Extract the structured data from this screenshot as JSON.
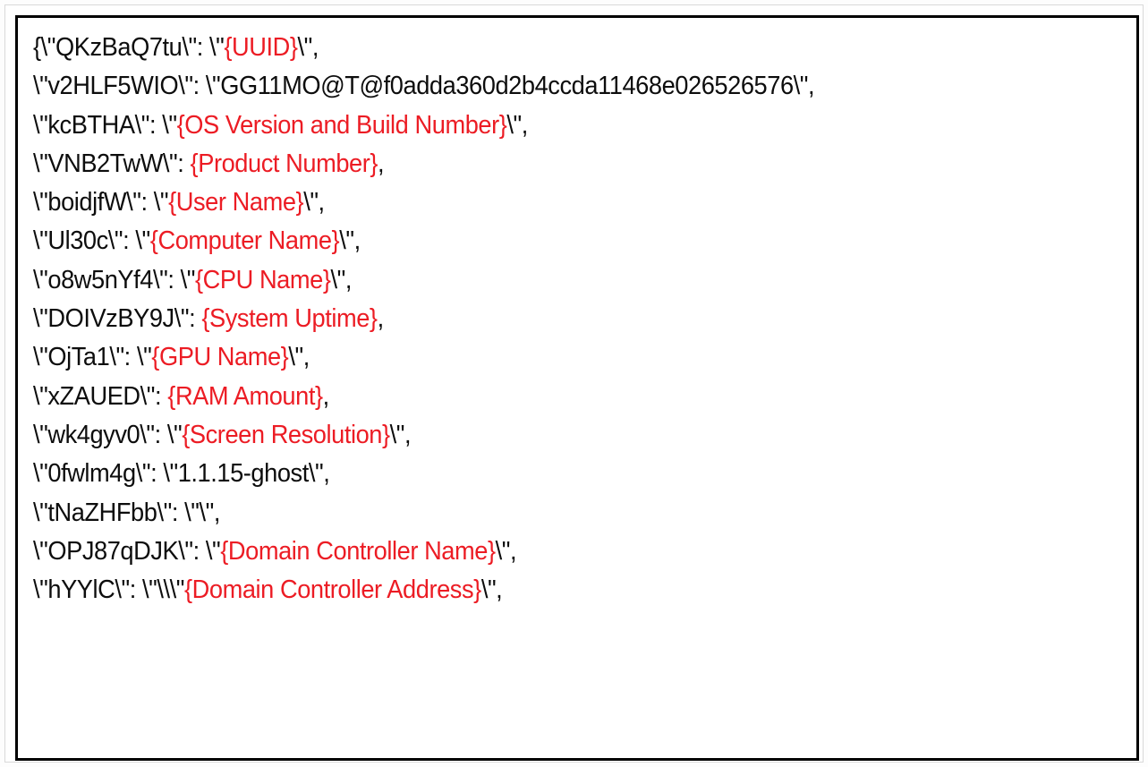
{
  "document": {
    "kind": "code-snippet-image",
    "language": "json-escaped-string",
    "border_color": "#000000",
    "background_color": "#ffffff",
    "text_color": "#0d0d0d",
    "placeholder_color": "#ec1c24",
    "line_count": 17
  },
  "code": {
    "lines": [
      {
        "index": 1,
        "key": "QKzBaQ7tu",
        "placeholder": "{UUID}",
        "tokens": [
          {
            "t": "{\\\"QKzBaQ7tu\\\": \\\"",
            "c": "k"
          },
          {
            "t": "{UUID}",
            "c": "r"
          },
          {
            "t": "\\\",",
            "c": "k"
          }
        ]
      },
      {
        "index": 2,
        "key": "v2HLF5WIO",
        "value": "GG11MO@T@f0adda360d2b4ccda11468e026526576",
        "tokens": [
          {
            "t": "\\\"v2HLF5WIO\\\": \\\"GG11MO@T@f0adda360d2b4ccda11468e026526576\\\",",
            "c": "k"
          }
        ]
      },
      {
        "index": 3,
        "key": "kcBTHA",
        "placeholder": "{OS Version and Build Number}",
        "tokens": [
          {
            "t": "\\\"kcBTHA\\\": \\\"",
            "c": "k"
          },
          {
            "t": "{OS Version and Build Number}",
            "c": "r"
          },
          {
            "t": "\\\",",
            "c": "k"
          }
        ]
      },
      {
        "index": 4,
        "key": "VNB2TwW",
        "placeholder": "{Product Number}",
        "tokens": [
          {
            "t": "\\\"VNB2TwW\\\": ",
            "c": "k"
          },
          {
            "t": "{Product Number}",
            "c": "r"
          },
          {
            "t": ",",
            "c": "k"
          }
        ]
      },
      {
        "index": 5,
        "key": "boidjfW",
        "placeholder": "{User Name}",
        "tokens": [
          {
            "t": "\\\"boidjfW\\\": \\\"",
            "c": "k"
          },
          {
            "t": "{User Name}",
            "c": "r"
          },
          {
            "t": "\\\",",
            "c": "k"
          }
        ]
      },
      {
        "index": 6,
        "key": "Ul30c",
        "placeholder": "{Computer Name}",
        "tokens": [
          {
            "t": "\\\"Ul30c\\\": \\\"",
            "c": "k"
          },
          {
            "t": "{Computer Name}",
            "c": "r"
          },
          {
            "t": "\\\",",
            "c": "k"
          }
        ]
      },
      {
        "index": 7,
        "key": "o8w5nYf4",
        "placeholder": "{CPU Name}",
        "tokens": [
          {
            "t": "\\\"o8w5nYf4\\\": \\\"",
            "c": "k"
          },
          {
            "t": "{CPU Name}",
            "c": "r"
          },
          {
            "t": "\\\",",
            "c": "k"
          }
        ]
      },
      {
        "index": 8,
        "key": "DOIVzBY9J",
        "placeholder": "{System Uptime}",
        "tokens": [
          {
            "t": "\\\"DOIVzBY9J\\\": ",
            "c": "k"
          },
          {
            "t": "{System Uptime}",
            "c": "r"
          },
          {
            "t": ",",
            "c": "k"
          }
        ]
      },
      {
        "index": 9,
        "key": "OjTa1",
        "placeholder": "{GPU Name}",
        "tokens": [
          {
            "t": "\\\"OjTa1\\\": \\\"",
            "c": "k"
          },
          {
            "t": "{GPU Name}",
            "c": "r"
          },
          {
            "t": "\\\",",
            "c": "k"
          }
        ]
      },
      {
        "index": 10,
        "key": "xZAUED",
        "placeholder": "{RAM Amount}",
        "tokens": [
          {
            "t": "\\\"xZAUED\\\": ",
            "c": "k"
          },
          {
            "t": "{RAM Amount}",
            "c": "r"
          },
          {
            "t": ",",
            "c": "k"
          }
        ]
      },
      {
        "index": 11,
        "key": "wk4gyv0",
        "placeholder": "{Screen Resolution}",
        "tokens": [
          {
            "t": "\\\"wk4gyv0\\\": \\\"",
            "c": "k"
          },
          {
            "t": "{Screen Resolution}",
            "c": "r"
          },
          {
            "t": "\\\",",
            "c": "k"
          }
        ]
      },
      {
        "index": 12,
        "key": "0fwlm4g",
        "value": "1.1.15-ghost",
        "tokens": [
          {
            "t": "\\\"0fwlm4g\\\": \\\"1.1.15-ghost\\\",",
            "c": "k"
          }
        ]
      },
      {
        "index": 13,
        "key": "tNaZHFbb",
        "value": "",
        "tokens": [
          {
            "t": "\\\"tNaZHFbb\\\": \\\"\\\",",
            "c": "k"
          }
        ]
      },
      {
        "index": 14,
        "key": "OPJ87qDJK",
        "placeholder": "{Domain Controller Name}",
        "tokens": [
          {
            "t": "\\\"OPJ87qDJK\\\": \\\"",
            "c": "k"
          },
          {
            "t": "{Domain Controller Name}",
            "c": "r"
          },
          {
            "t": "\\\",",
            "c": "k"
          }
        ]
      },
      {
        "index": 15,
        "key": "hYYlC",
        "placeholder": "{Domain Controller Address}",
        "tokens": [
          {
            "t": "\\\"hYYlC\\\": \\\"\\\\\\\"",
            "c": "k"
          },
          {
            "t": "{Domain Controller Address}",
            "c": "r"
          },
          {
            "t": "\\\",",
            "c": "k"
          }
        ]
      }
    ]
  }
}
